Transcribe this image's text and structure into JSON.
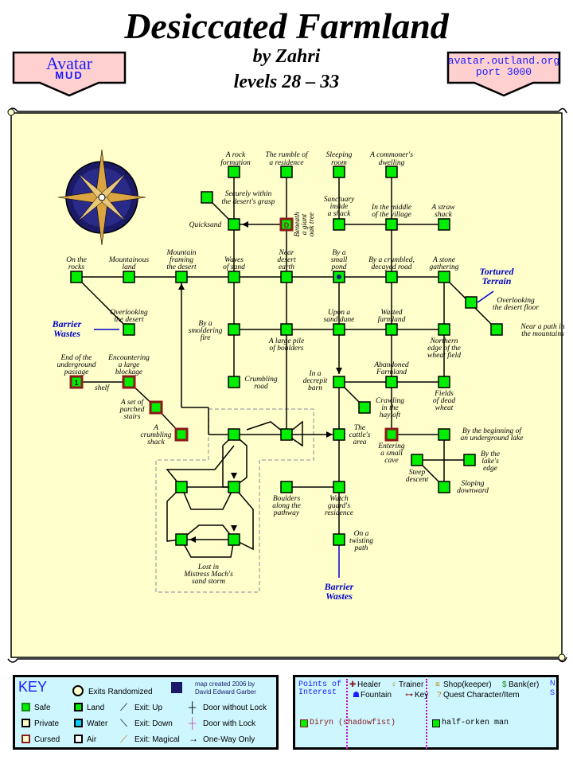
{
  "header": {
    "title": "Desiccated Farmland",
    "author": "by Zahri",
    "levels": "levels 28 – 33",
    "left_banner": {
      "line1": "Avatar",
      "line2": "MUD"
    },
    "right_banner": {
      "line1": "avatar.outland.org",
      "line2": "port 3000"
    }
  },
  "colors": {
    "land": "#00ee00",
    "parchment": "#ffffcc",
    "exit_label": "#0000cc",
    "legend_bg": "#cdf6ff",
    "cursed": "#8b1a1a"
  },
  "rooms": [
    {
      "id": "r1",
      "label": "A rock formation"
    },
    {
      "id": "r2",
      "label": "The rumble of a residence"
    },
    {
      "id": "r3",
      "label": "Sleeping room"
    },
    {
      "id": "r4",
      "label": "A commoner's dwelling"
    },
    {
      "id": "r5",
      "label": "Securely within the desert's grasp"
    },
    {
      "id": "r6",
      "label": "Quicksand"
    },
    {
      "id": "r7",
      "label": "Beneath a giant oak tree"
    },
    {
      "id": "r8",
      "label": "Sanctuary inside a shack"
    },
    {
      "id": "r9",
      "label": "In the middle of the village"
    },
    {
      "id": "r10",
      "label": "A straw shack"
    },
    {
      "id": "r11",
      "label": "On the rocks"
    },
    {
      "id": "r12",
      "label": "Mountainous land"
    },
    {
      "id": "r13",
      "label": "Mountain framing the desert"
    },
    {
      "id": "r14",
      "label": "Waves of sand"
    },
    {
      "id": "r15",
      "label": "Near desert earth"
    },
    {
      "id": "r16",
      "label": "By a small pond"
    },
    {
      "id": "r17",
      "label": "By a crumbled, decayed road"
    },
    {
      "id": "r18",
      "label": "A stone gathering"
    },
    {
      "id": "r19",
      "label": "Overlooking the desert floor"
    },
    {
      "id": "r20",
      "label": "Near a path in the mountains"
    },
    {
      "id": "r21",
      "label": "Overlooking the desert"
    },
    {
      "id": "r22",
      "label": "By a smoldering fire"
    },
    {
      "id": "r23",
      "label": "A large pile of boulders"
    },
    {
      "id": "r24",
      "label": "Upon a sand dune"
    },
    {
      "id": "r25",
      "label": "Wasted farmland"
    },
    {
      "id": "r26",
      "label": "Northern edge of the wheat field"
    },
    {
      "id": "r27",
      "label": "End of the underground passage"
    },
    {
      "id": "r28",
      "label": "Encountering a large blockage"
    },
    {
      "id": "r29",
      "label": "Crumbling road"
    },
    {
      "id": "r30",
      "label": "In a decrepit barn"
    },
    {
      "id": "r31",
      "label": "Abandoned Farmland"
    },
    {
      "id": "r32",
      "label": "Fields of dead wheat"
    },
    {
      "id": "r33",
      "label": "A set of parched stairs"
    },
    {
      "id": "r34",
      "label": "Crawling in the hayloft"
    },
    {
      "id": "r35",
      "label": "A crumbling shack"
    },
    {
      "id": "r36",
      "label": "The cattle's area"
    },
    {
      "id": "r37",
      "label": "Entering a small cave"
    },
    {
      "id": "r38",
      "label": "By the beginning of an underground lake"
    },
    {
      "id": "r39",
      "label": "Steep descent"
    },
    {
      "id": "r40",
      "label": "By the lake's edge"
    },
    {
      "id": "r41",
      "label": "Sloping downward"
    },
    {
      "id": "r42",
      "label": "Boulders along the pathway"
    },
    {
      "id": "r43",
      "label": "Watch guard's residence"
    },
    {
      "id": "r44",
      "label": "On a twisting path"
    },
    {
      "id": "r45",
      "label": "Lost in Mistress Mach's sand storm"
    }
  ],
  "shelf_label": "shelf",
  "exits": {
    "barrier_wastes": "Barrier Wastes",
    "tortured_terrain": "Tortured Terrain"
  },
  "key": {
    "title": "KEY",
    "randomized": "Exits Randomized",
    "credit_line1": "map created 2006 by",
    "credit_line2": "David Edward Garber",
    "safe": "Safe",
    "private": "Private",
    "cursed": "Cursed",
    "land": "Land",
    "water": "Water",
    "air": "Air",
    "exit_up": "Exit: Up",
    "exit_down": "Exit: Down",
    "exit_magical": "Exit: Magical",
    "door_no_lock": "Door without Lock",
    "door_lock": "Door with Lock",
    "one_way": "One-Way Only"
  },
  "poi": {
    "title_line1": "Points of",
    "title_line2": "Interest",
    "healer": "Healer",
    "trainer": "Trainer",
    "shop": "Shop(keeper)",
    "bank": "Bank(er)",
    "fountain": "Fountain",
    "key_item": "Key",
    "quest": "Quest Character/Item",
    "compass_n": "N",
    "compass_s": "S",
    "entries": [
      {
        "marker": "D",
        "text": "Diryn (shadowfist)"
      },
      {
        "marker": "1",
        "text": "half-orken man"
      }
    ]
  }
}
